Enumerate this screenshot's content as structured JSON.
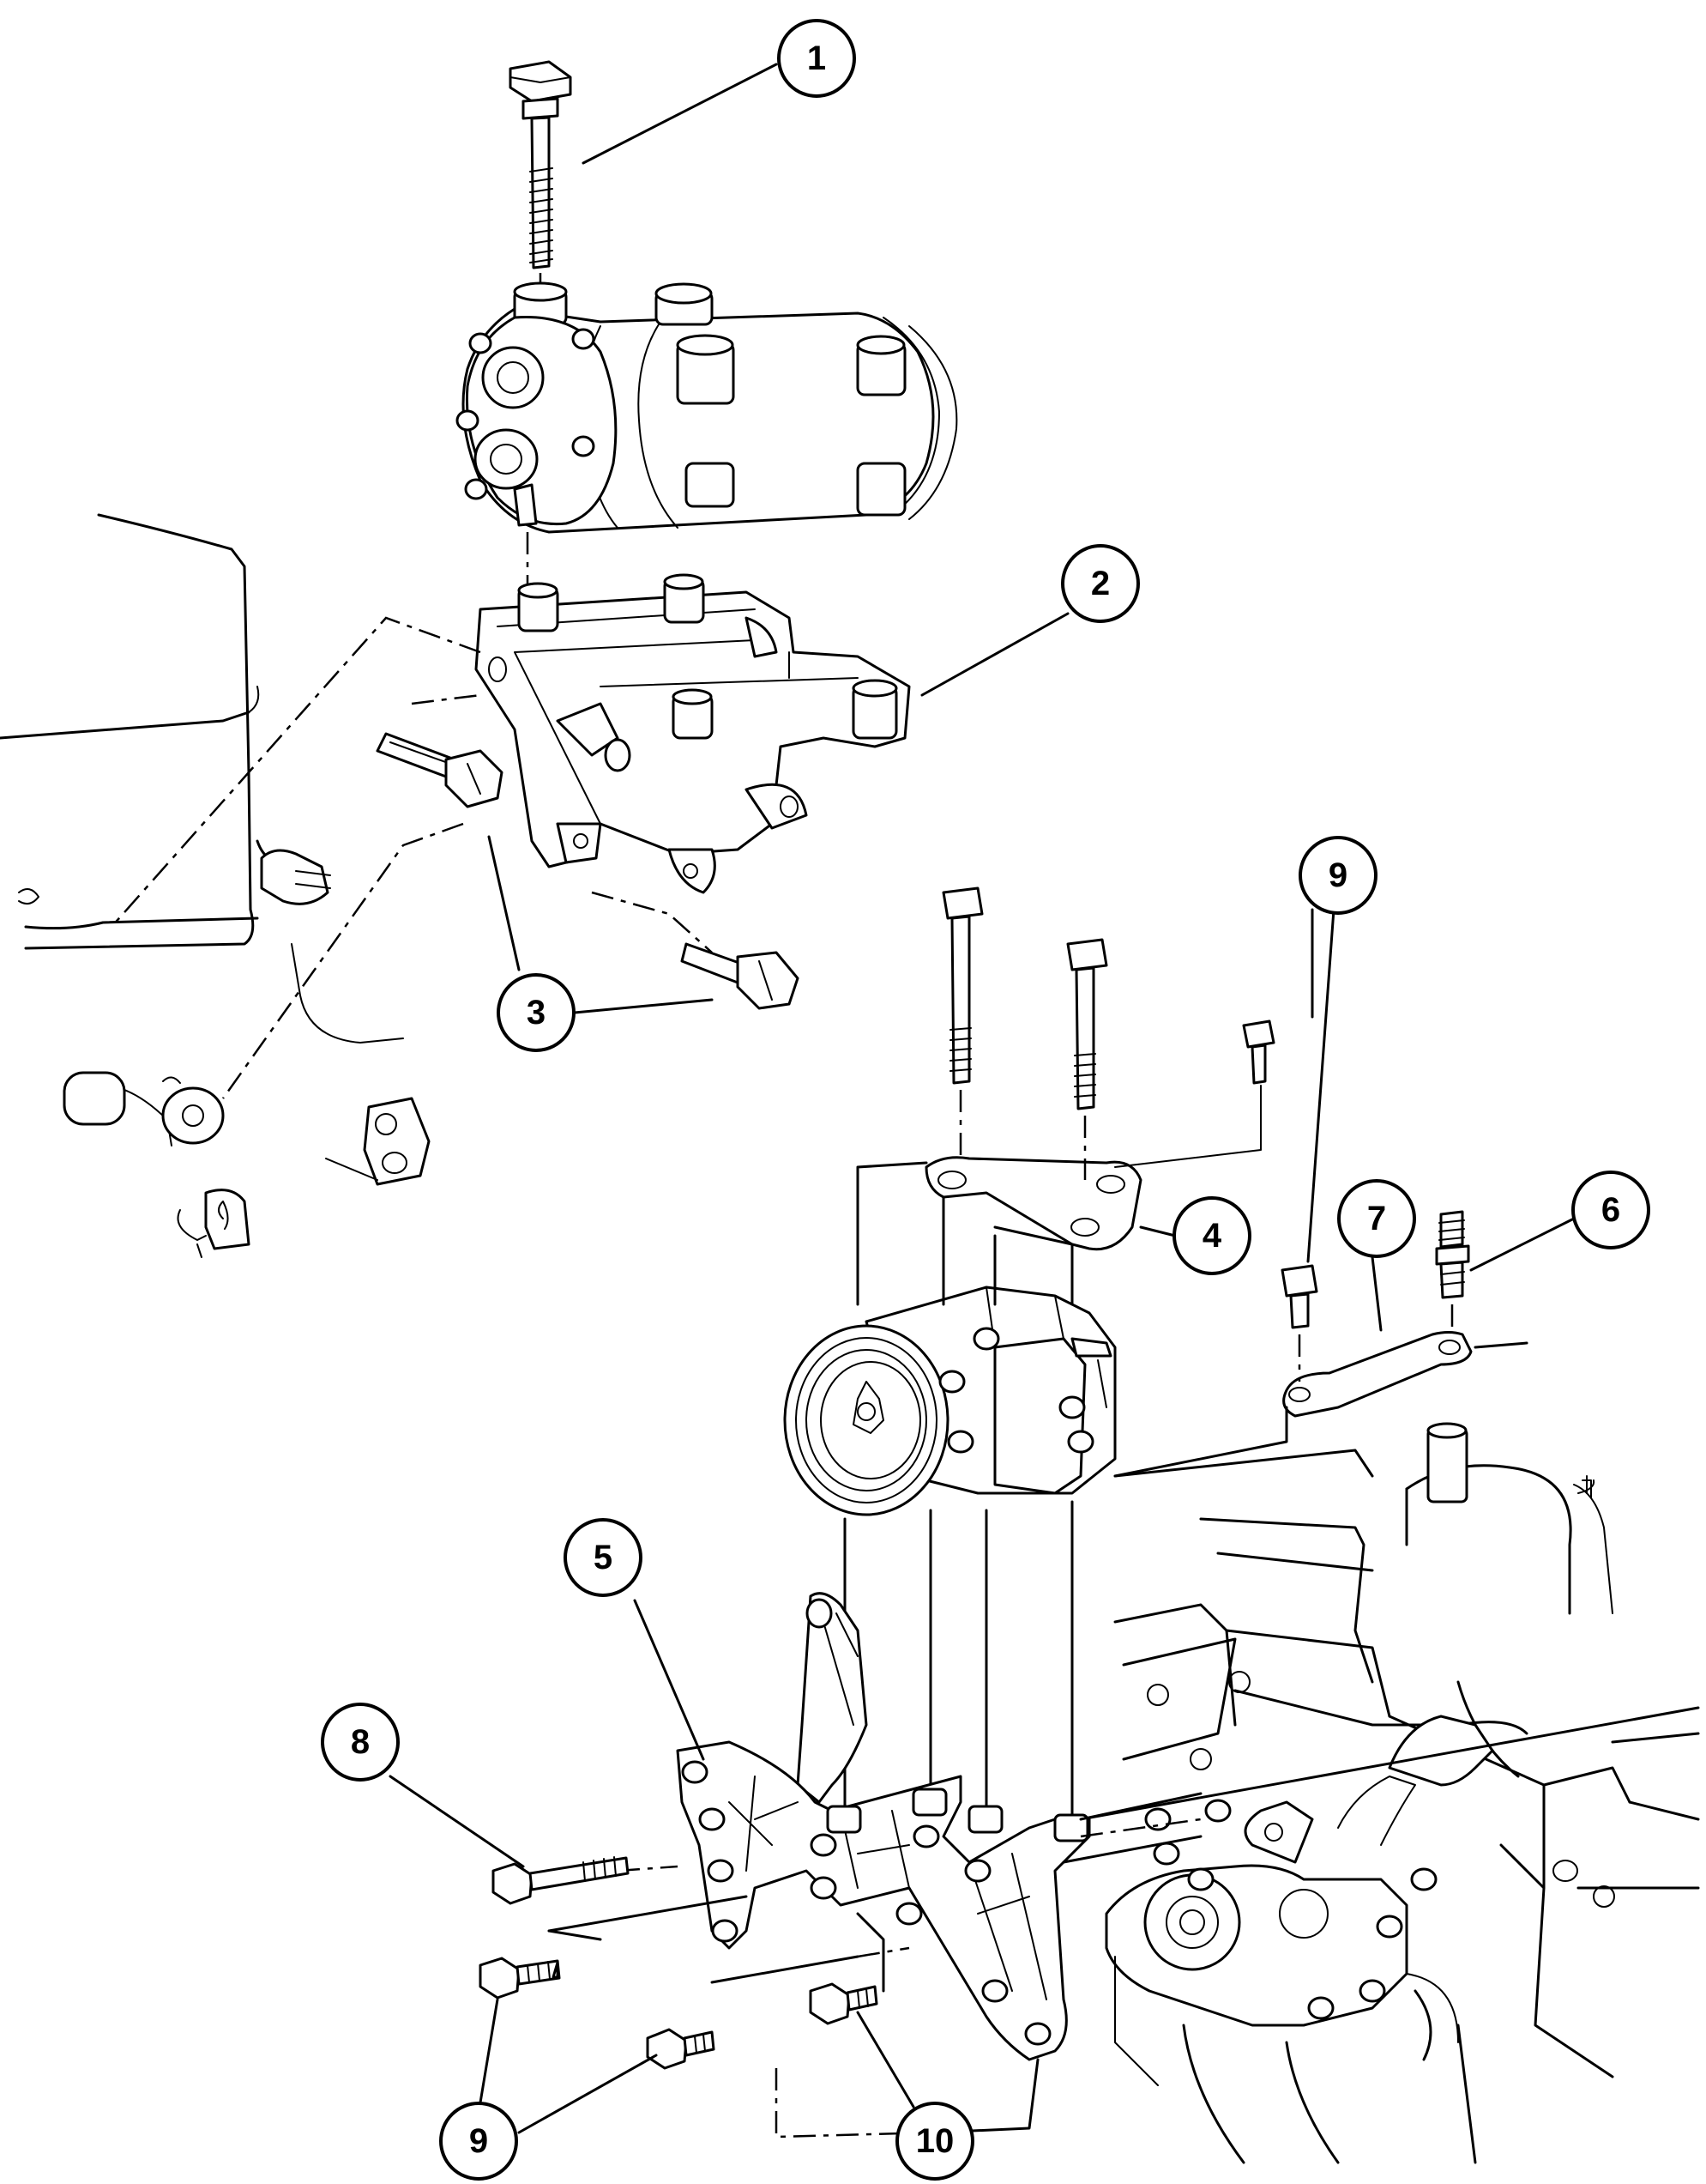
{
  "callouts": [
    {
      "id": "c1",
      "label": "1"
    },
    {
      "id": "c2",
      "label": "2"
    },
    {
      "id": "c3",
      "label": "3"
    },
    {
      "id": "c4",
      "label": "4"
    },
    {
      "id": "c5",
      "label": "5"
    },
    {
      "id": "c6",
      "label": "6"
    },
    {
      "id": "c7",
      "label": "7"
    },
    {
      "id": "c8",
      "label": "8"
    },
    {
      "id": "c9a",
      "label": "9"
    },
    {
      "id": "c9b",
      "label": "9"
    },
    {
      "id": "c10",
      "label": "10"
    }
  ]
}
